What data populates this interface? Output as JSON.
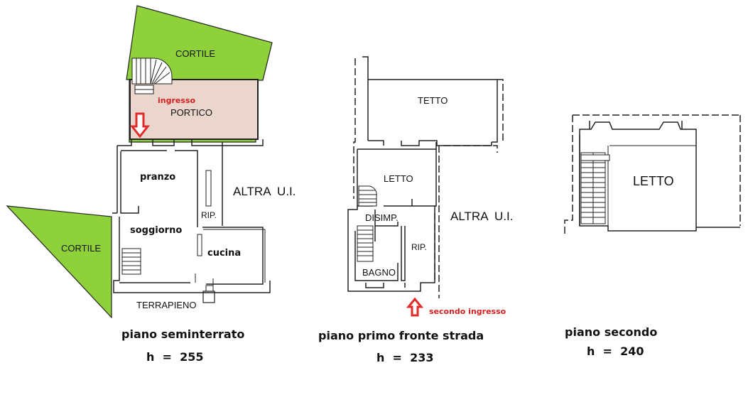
{
  "colors": {
    "garden": "#8fd13a",
    "portico": "#ead6cc",
    "wall": "#222222",
    "arrow": "#e12a2a",
    "red_text": "#d42020"
  },
  "icons": [
    "arrow-down-icon",
    "arrow-up-icon",
    "staircase-icon"
  ],
  "plans": {
    "basement": {
      "rooms": {
        "cortile_top": "CORTILE",
        "ingresso": "ingresso",
        "portico": "PORTICO",
        "pranzo": "pranzo",
        "altra_ui": "ALTRA  U.I.",
        "rip": "RIP.",
        "soggiorno": "soggiorno",
        "cortile_left": "CORTILE",
        "cucina": "cucina",
        "terrapieno": "TERRAPIENO"
      },
      "caption": "piano seminterrato",
      "height": "h  =  255"
    },
    "first": {
      "rooms": {
        "tetto": "TETTO",
        "letto": "LETTO",
        "altra_ui": "ALTRA  U.I.",
        "disimp": "DISIMP.",
        "rip": "RIP.",
        "bagno": "BAGNO",
        "secondo_ingresso": "secondo ingresso"
      },
      "caption": "piano primo fronte strada",
      "height": "h  =  233"
    },
    "second": {
      "rooms": {
        "letto": "LETTO"
      },
      "caption": "piano secondo",
      "height": "h  =  240"
    }
  }
}
